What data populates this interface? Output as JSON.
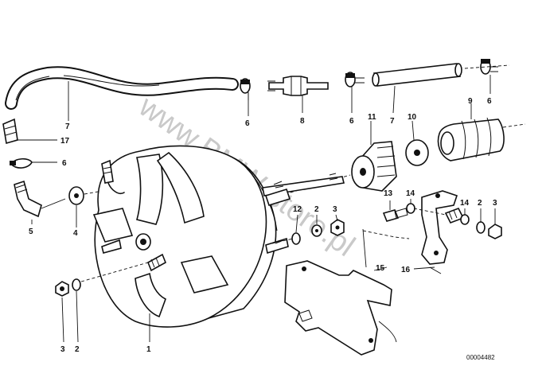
{
  "diagram": {
    "watermark": "www.BMW-store.pl",
    "reference": "00004482",
    "callouts": [
      "7",
      "6",
      "8",
      "6",
      "7",
      "6",
      "9",
      "17",
      "6",
      "11",
      "10",
      "5",
      "4",
      "13",
      "14",
      "14",
      "2",
      "3",
      "12",
      "2",
      "3",
      "15",
      "16",
      "3",
      "2",
      "1"
    ]
  }
}
